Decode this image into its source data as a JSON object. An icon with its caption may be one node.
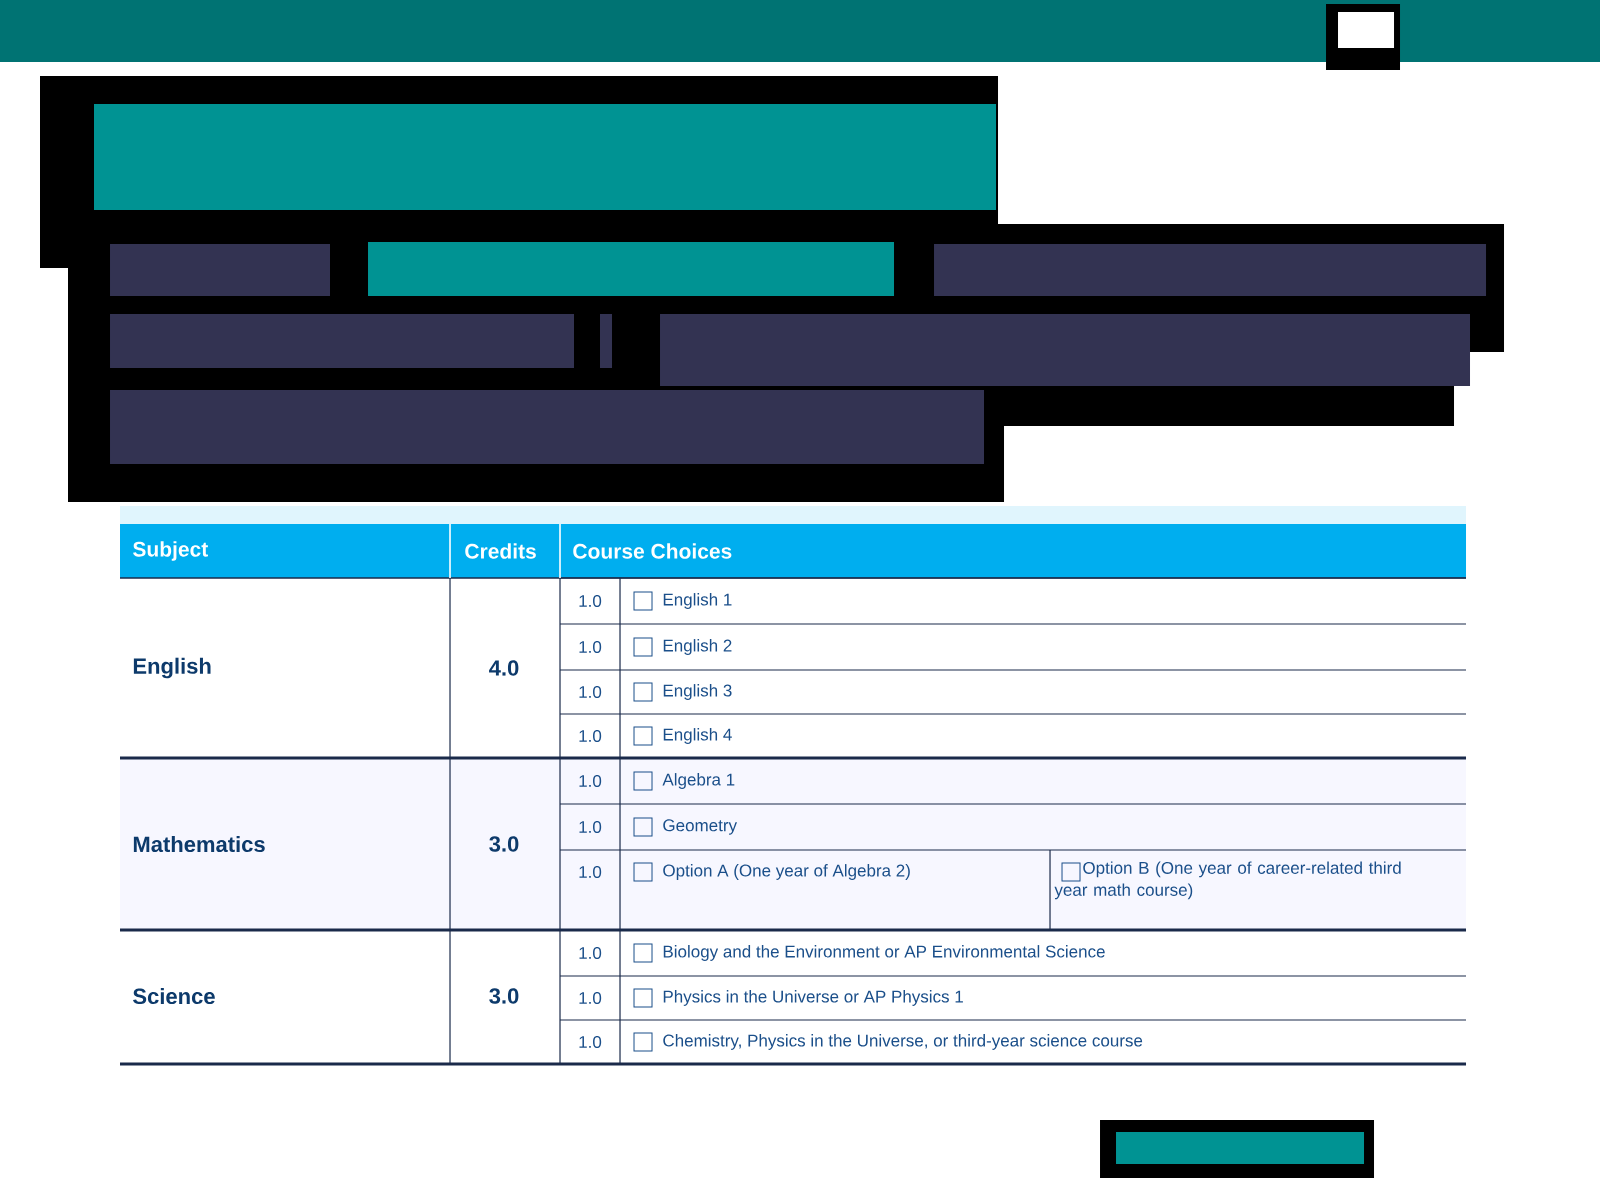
{
  "diagram": {
    "labels": [
      "Subject",
      "Credits",
      "Course Choices",
      "English",
      "4.0",
      "1.0",
      "English 1",
      "1.0",
      "English 2",
      "1.0",
      "English 3",
      "1.0",
      "English 4",
      "Mathematics",
      "3.0",
      "1.0",
      "Algebra 1",
      "1.0",
      "Geometry",
      "1.0",
      "Option A (One year of Algebra 2)",
      "Option B (One year of career-related third year math course)",
      "Science",
      "3.0",
      "1.0",
      "Biology and the Environment or AP Environmental Science",
      "1.0",
      "Physics in the Universe or AP Physics 1",
      "1.0",
      "Chemistry, Physics in the Universe, or third-year science course"
    ]
  }
}
